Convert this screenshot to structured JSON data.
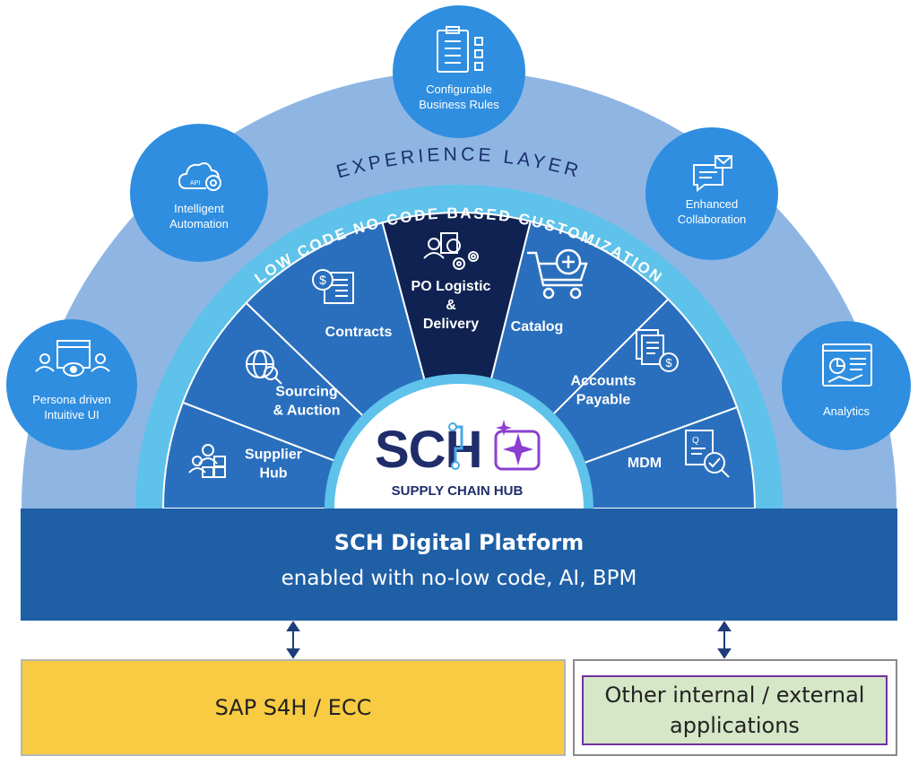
{
  "experience_layer": "EXPERIENCE LAYER",
  "customization_band": "LOW CODE  NO CODE BASED  CUSTOMIZATION",
  "outer_features": [
    {
      "id": "persona",
      "label": "Persona driven Intuitive UI",
      "icon": "persona-screen-icon"
    },
    {
      "id": "automation",
      "label": "Intelligent Automation",
      "icon": "cloud-api-gear-icon"
    },
    {
      "id": "rules",
      "label": "Configurable Business Rules",
      "icon": "checklist-icon"
    },
    {
      "id": "collaboration",
      "label": "Enhanced Collaboration",
      "icon": "chat-mail-icon"
    },
    {
      "id": "analytics",
      "label": "Analytics",
      "icon": "dashboard-chart-icon"
    }
  ],
  "modules": [
    {
      "id": "supplier-hub",
      "lines": [
        "Supplier",
        "Hub"
      ],
      "icon": "supplier-boxes-icon"
    },
    {
      "id": "sourcing",
      "lines": [
        "Sourcing",
        "& Auction"
      ],
      "icon": "globe-search-icon"
    },
    {
      "id": "contracts",
      "lines": [
        "Contracts"
      ],
      "icon": "contract-document-icon"
    },
    {
      "id": "po-logistic",
      "lines": [
        "PO Logistic",
        "&",
        "Delivery"
      ],
      "icon": "people-gears-icon",
      "highlighted": true
    },
    {
      "id": "catalog",
      "lines": [
        "Catalog"
      ],
      "icon": "cart-add-icon"
    },
    {
      "id": "accounts-payable",
      "lines": [
        "Accounts",
        "Payable"
      ],
      "icon": "invoice-dollar-icon"
    },
    {
      "id": "mdm",
      "lines": [
        "MDM"
      ],
      "icon": "document-check-icon"
    }
  ],
  "hub": {
    "logo_text": "SCH",
    "name": "SUPPLY CHAIN HUB"
  },
  "platform": {
    "title": "SCH Digital Platform",
    "subtitle": "enabled with no-low code, AI, BPM"
  },
  "systems": {
    "sap": "SAP S4H / ECC",
    "other_line1": "Other internal / external",
    "other_line2": "applications"
  },
  "colors": {
    "outer_arc": "#8fb6e3",
    "circles": "#2f8ee0",
    "band": "#5ec2ea",
    "segments": "#2a6fbd",
    "highlight_segment": "#0f2252",
    "platform": "#1f5fa6",
    "sap_box": "#f9cb42",
    "other_box": "#d5e7c7",
    "other_border": "#7030a0",
    "logo_navy": "#1f2d6b",
    "logo_purple": "#8b3fd1"
  }
}
